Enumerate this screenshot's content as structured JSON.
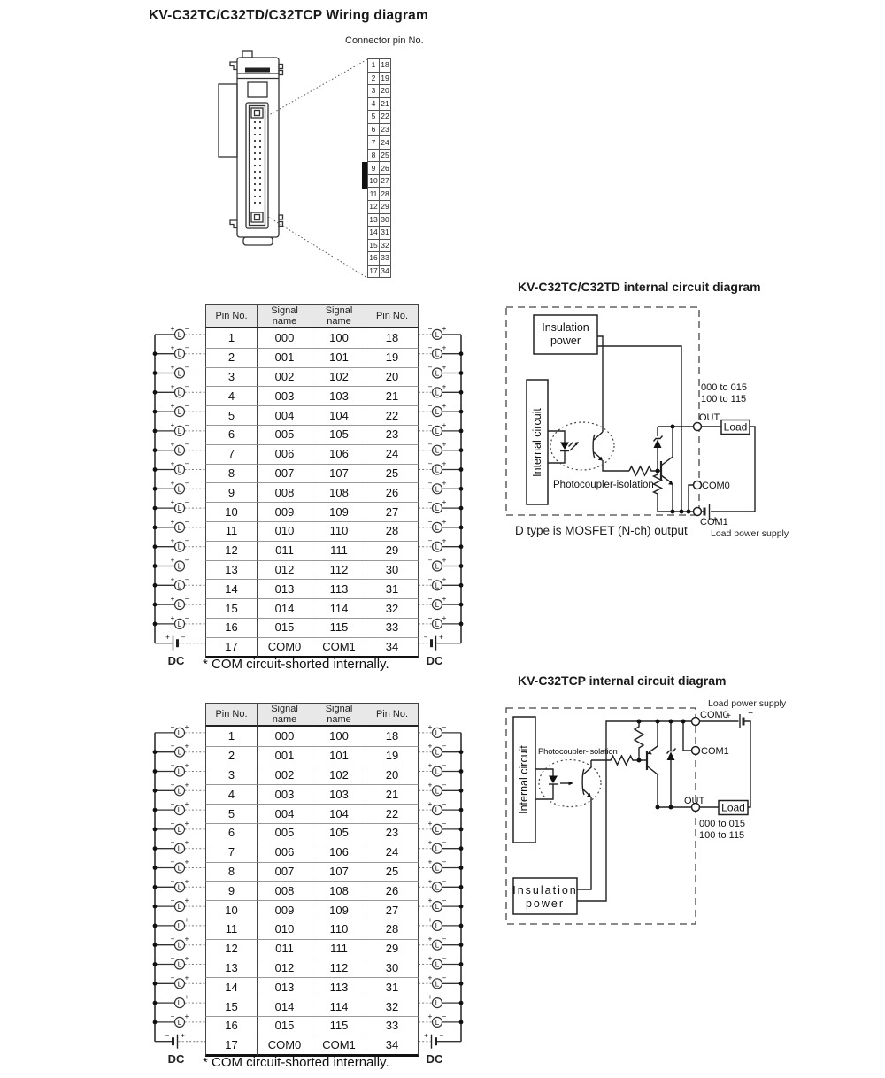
{
  "page": {
    "title": "KV-C32TC/C32TD/C32TCP Wiring diagram"
  },
  "connector": {
    "label": "Connector pin No.",
    "rows": [
      {
        "l": "1",
        "r": "18"
      },
      {
        "l": "2",
        "r": "19"
      },
      {
        "l": "3",
        "r": "20"
      },
      {
        "l": "4",
        "r": "21"
      },
      {
        "l": "5",
        "r": "22"
      },
      {
        "l": "6",
        "r": "23"
      },
      {
        "l": "7",
        "r": "24"
      },
      {
        "l": "8",
        "r": "25"
      },
      {
        "l": "9",
        "r": "26"
      },
      {
        "l": "10",
        "r": "27"
      },
      {
        "l": "11",
        "r": "28"
      },
      {
        "l": "12",
        "r": "29"
      },
      {
        "l": "13",
        "r": "30"
      },
      {
        "l": "14",
        "r": "31"
      },
      {
        "l": "15",
        "r": "32"
      },
      {
        "l": "16",
        "r": "33"
      },
      {
        "l": "17",
        "r": "34"
      }
    ]
  },
  "wiring": {
    "headers": [
      "Pin No.",
      "Signal name",
      "Signal name",
      "Pin No."
    ],
    "rows": [
      {
        "pl": "1",
        "s0": "000",
        "s1": "100",
        "pr": "18"
      },
      {
        "pl": "2",
        "s0": "001",
        "s1": "101",
        "pr": "19"
      },
      {
        "pl": "3",
        "s0": "002",
        "s1": "102",
        "pr": "20"
      },
      {
        "pl": "4",
        "s0": "003",
        "s1": "103",
        "pr": "21"
      },
      {
        "pl": "5",
        "s0": "004",
        "s1": "104",
        "pr": "22"
      },
      {
        "pl": "6",
        "s0": "005",
        "s1": "105",
        "pr": "23"
      },
      {
        "pl": "7",
        "s0": "006",
        "s1": "106",
        "pr": "24"
      },
      {
        "pl": "8",
        "s0": "007",
        "s1": "107",
        "pr": "25"
      },
      {
        "pl": "9",
        "s0": "008",
        "s1": "108",
        "pr": "26"
      },
      {
        "pl": "10",
        "s0": "009",
        "s1": "109",
        "pr": "27"
      },
      {
        "pl": "11",
        "s0": "010",
        "s1": "110",
        "pr": "28"
      },
      {
        "pl": "12",
        "s0": "011",
        "s1": "111",
        "pr": "29"
      },
      {
        "pl": "13",
        "s0": "012",
        "s1": "112",
        "pr": "30"
      },
      {
        "pl": "14",
        "s0": "013",
        "s1": "113",
        "pr": "31"
      },
      {
        "pl": "15",
        "s0": "014",
        "s1": "114",
        "pr": "32"
      },
      {
        "pl": "16",
        "s0": "015",
        "s1": "115",
        "pr": "33"
      },
      {
        "pl": "17",
        "s0": "COM0",
        "s1": "COM1",
        "pr": "34"
      }
    ],
    "note": "* COM circuit-shorted internally.",
    "dc": "DC",
    "load": "L",
    "plus": "+",
    "minus": "−"
  },
  "circuit1": {
    "title": "KV-C32TC/C32TD internal circuit diagram",
    "insulation_line1": "Insulation",
    "insulation_line2": "power",
    "internal": "Internal circuit",
    "photocoupler": "Photocoupler-isolation",
    "range1": "000 to 015",
    "range2": "100 to 115",
    "out": "OUT",
    "load": "Load",
    "com0": "COM0",
    "com1": "COM1",
    "plus": "+",
    "note": "D type is MOSFET (N-ch) output",
    "power_supply": "Load power supply"
  },
  "circuit2": {
    "title": "KV-C32TCP internal circuit diagram",
    "insulation_line1": "Insulation",
    "insulation_line2": "power",
    "internal": "Internal circuit",
    "photocoupler": "Photocoupler-isolation",
    "range1": "000 to 015",
    "range2": "100 to 115",
    "out": "OUT",
    "load": "Load",
    "com0": "COM0",
    "com1": "COM1",
    "plus": "+",
    "minus": "−",
    "power_supply": "Load power supply"
  }
}
